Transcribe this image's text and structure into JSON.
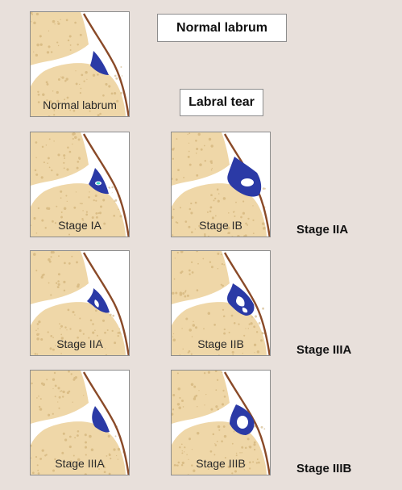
{
  "titles": {
    "normal": "Normal labrum",
    "tear": "Labral tear"
  },
  "panels": [
    {
      "label": "Normal labrum",
      "lesion": "normal"
    },
    {
      "label": "Stage IA",
      "lesion": "stage-ia"
    },
    {
      "label": "Stage IB",
      "lesion": "stage-ib"
    },
    {
      "label": "Stage IIA",
      "lesion": "stage-iia"
    },
    {
      "label": "Stage IIB",
      "lesion": "stage-iib"
    },
    {
      "label": "Stage IIIA",
      "lesion": "stage-iiia"
    },
    {
      "label": "Stage IIIB",
      "lesion": "stage-iiib"
    }
  ],
  "side_labels": [
    "Stage IIA",
    "Stage IIIA",
    "Stage IIIB"
  ],
  "colors": {
    "background": "#e8e0db",
    "bone": "#efd7a8",
    "bone_texture": "#c9a86c",
    "labrum": "#2b3aa6",
    "capsule_line": "#8a4a28",
    "cartilage_gap": "#ffffff",
    "fluid": "#3fd6c8"
  }
}
